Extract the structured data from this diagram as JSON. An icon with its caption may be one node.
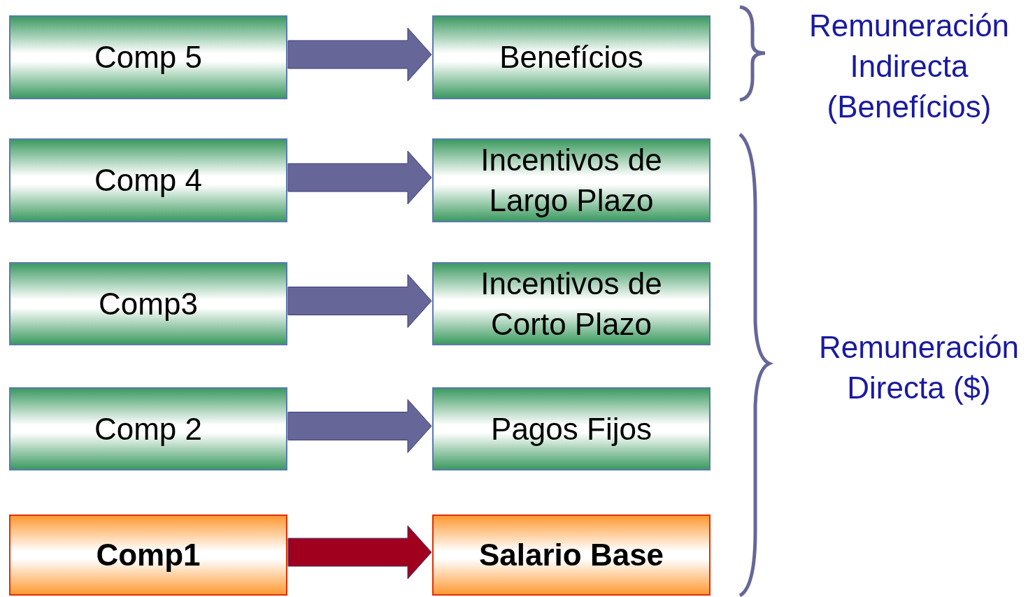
{
  "diagram": {
    "nodes": [
      {
        "text": [
          "Comp 5"
        ]
      },
      {
        "text": [
          "Benefícios"
        ]
      },
      {
        "text": [
          "Comp 4"
        ]
      },
      {
        "text": [
          "Incentivos de Largo Plazo"
        ]
      },
      {
        "text": [
          "Comp3"
        ]
      },
      {
        "text": [
          "Incentivos de Corto Plazo"
        ]
      },
      {
        "text": [
          "Comp 2"
        ]
      },
      {
        "text": [
          "Pagos Fijos"
        ]
      },
      {
        "text": [
          "Comp1"
        ]
      },
      {
        "text": [
          "Salario Base"
        ]
      }
    ],
    "edges": [
      {
        "from": 0,
        "to": 1,
        "arrow": "to",
        "style": "thick"
      },
      {
        "from": 2,
        "to": 3,
        "arrow": "to",
        "style": "thick"
      },
      {
        "from": 4,
        "to": 5,
        "arrow": "to",
        "style": "thick"
      },
      {
        "from": 6,
        "to": 7,
        "arrow": "to",
        "style": "thick"
      },
      {
        "from": 8,
        "to": 9,
        "arrow": "to",
        "style": "thick",
        "color": "#a0001e"
      }
    ],
    "labels": [
      "Remuneración Indirecta (Benefícios)",
      "Remuneración Directa ($)"
    ]
  }
}
